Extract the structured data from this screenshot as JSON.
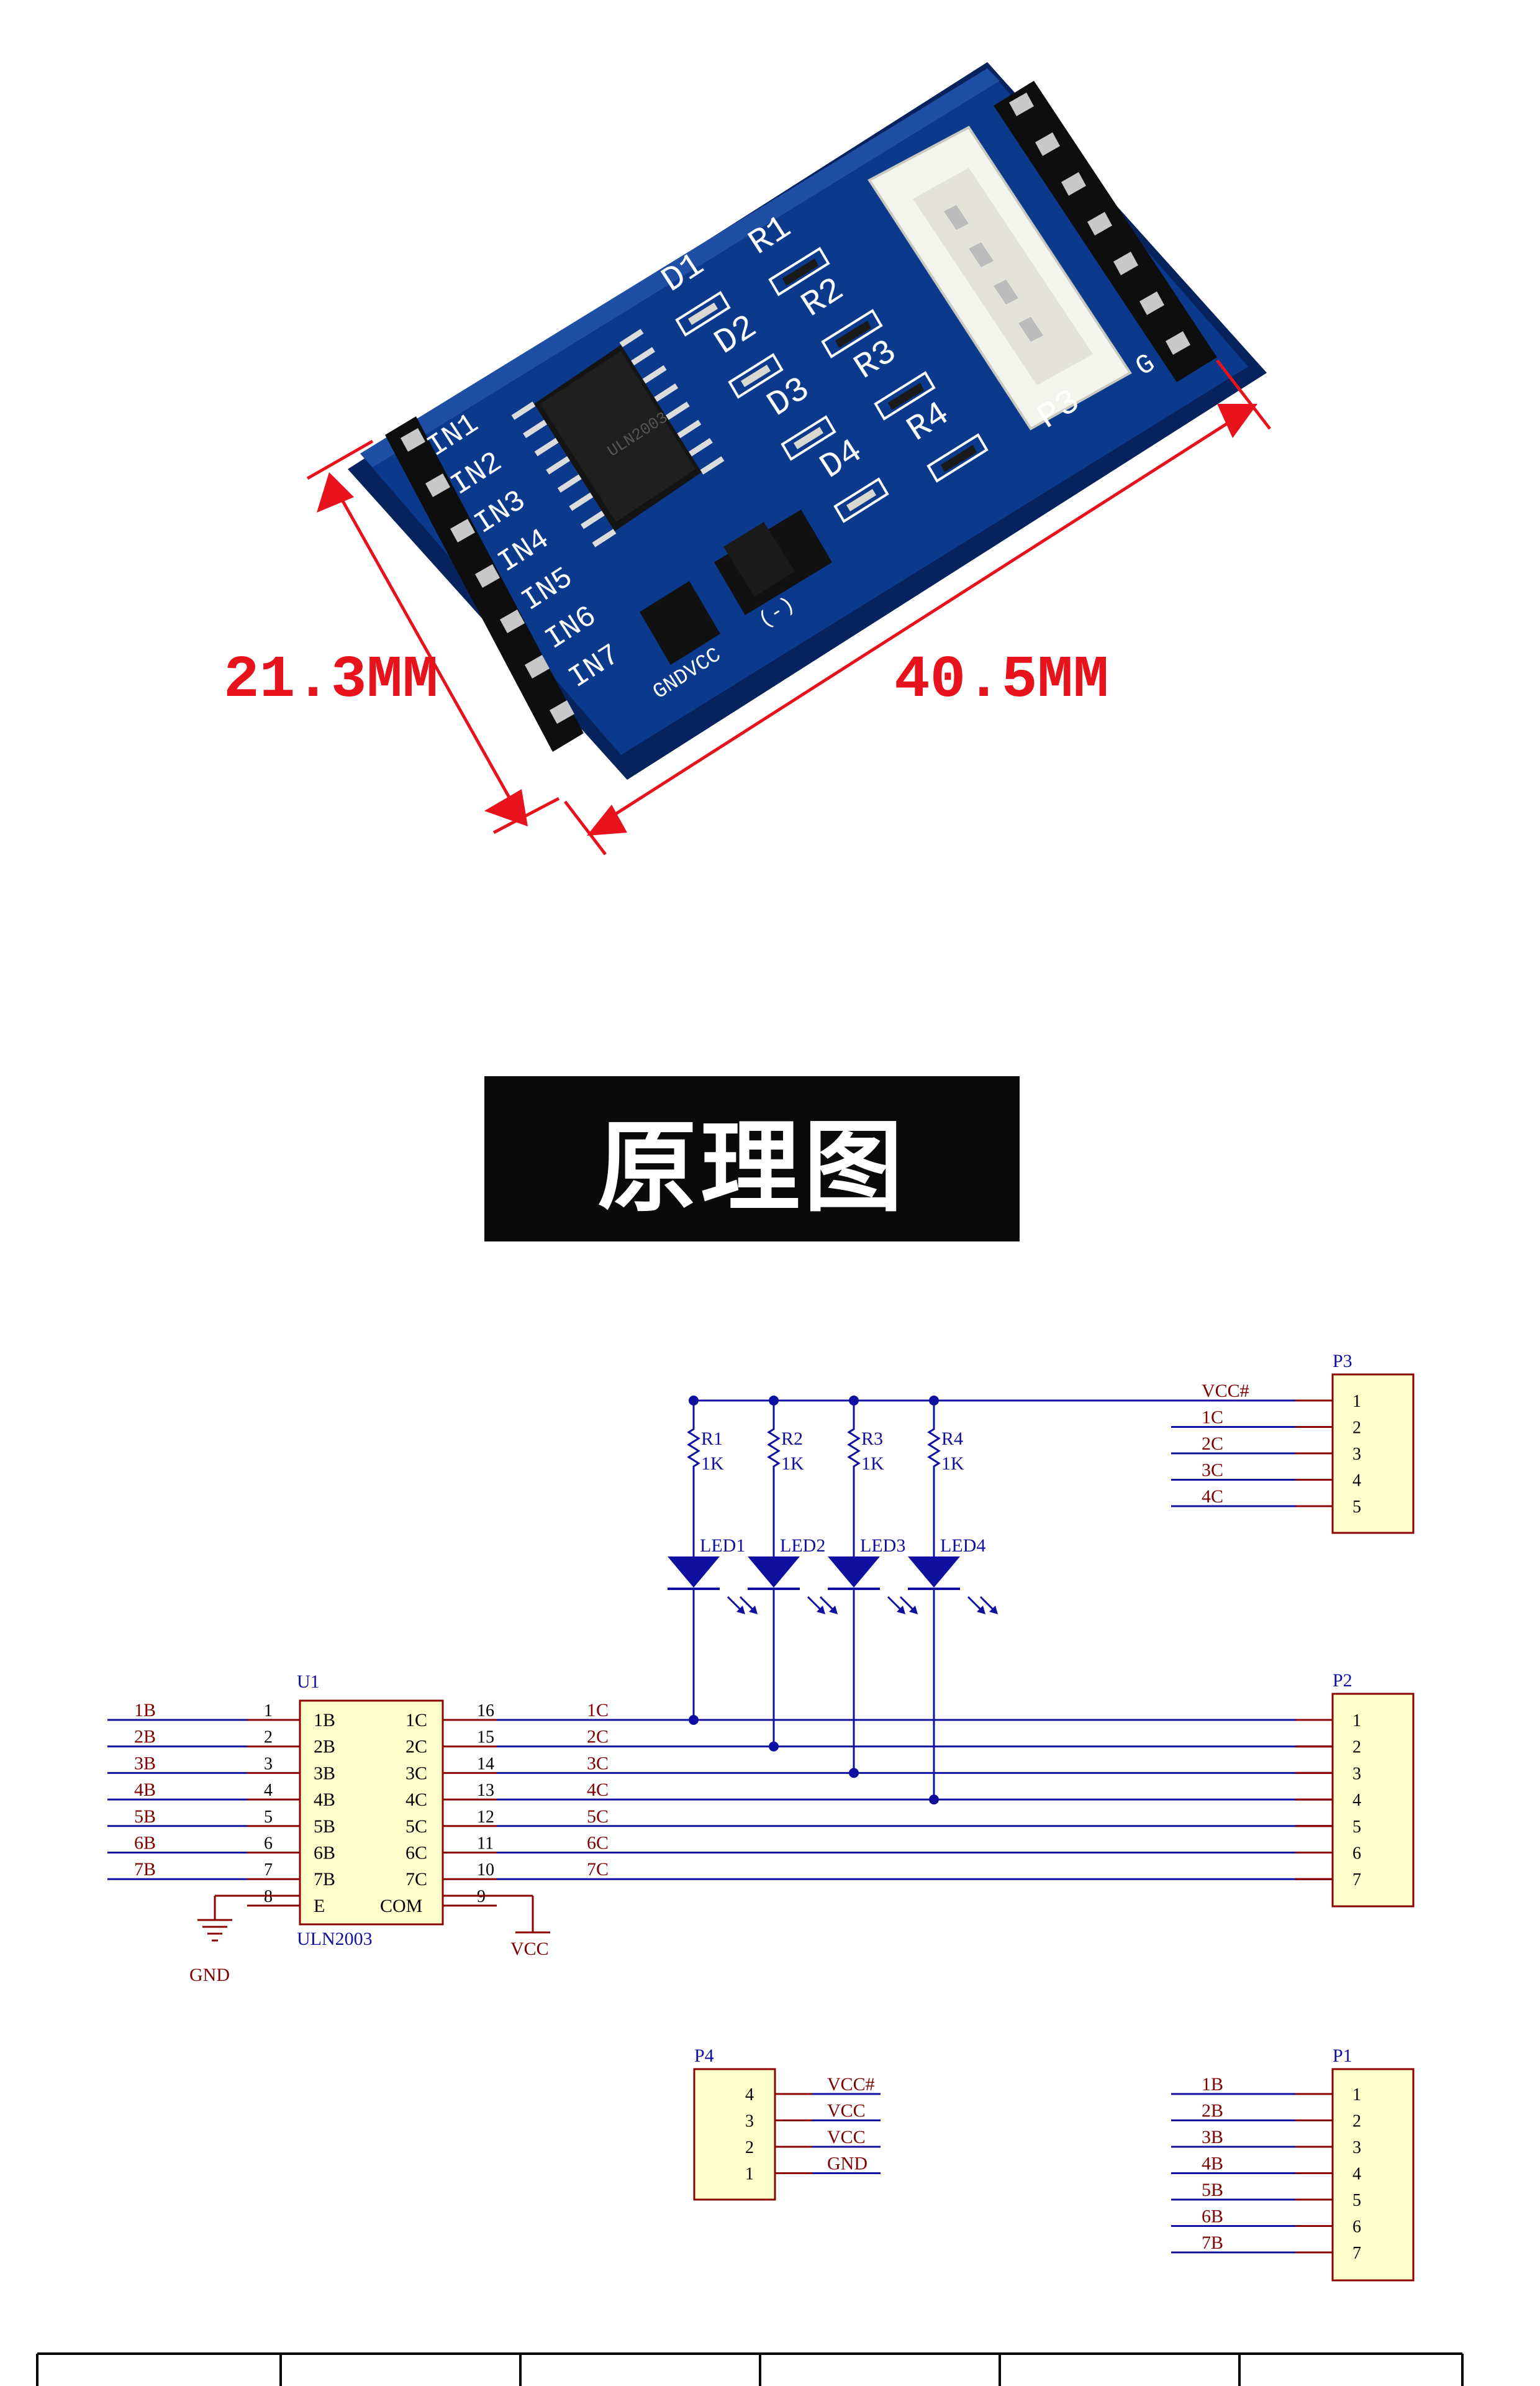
{
  "photo": {
    "silk_inputs": [
      "IN1",
      "IN2",
      "IN3",
      "IN4",
      "IN5",
      "IN6",
      "IN7"
    ],
    "silk_leds": [
      "D1",
      "D2",
      "D3",
      "D4"
    ],
    "silk_res": [
      "R1",
      "R2",
      "R3",
      "R4"
    ],
    "silk_connector": "P3",
    "silk_power": "GNDVCC",
    "silk_jumper": "(-)",
    "silk_g": "G",
    "dim_width": "21.3MM",
    "dim_length": "40.5MM",
    "chip_text": "ULN2003",
    "dim_color": "#e8121c",
    "board_color": "#0b3a8c"
  },
  "banner": {
    "title": "原理图"
  },
  "schematic": {
    "colors": {
      "wire": "#1010a0",
      "label": "#800000",
      "part": "#8b0000",
      "fill": "#ffffcc"
    },
    "u1": {
      "ref": "U1",
      "name": "ULN2003",
      "left_pins": [
        {
          "n": "1",
          "name": "1B"
        },
        {
          "n": "2",
          "name": "2B"
        },
        {
          "n": "3",
          "name": "3B"
        },
        {
          "n": "4",
          "name": "4B"
        },
        {
          "n": "5",
          "name": "5B"
        },
        {
          "n": "6",
          "name": "6B"
        },
        {
          "n": "7",
          "name": "7B"
        },
        {
          "n": "8",
          "name": "E"
        }
      ],
      "right_pins": [
        {
          "n": "16",
          "name": "1C"
        },
        {
          "n": "15",
          "name": "2C"
        },
        {
          "n": "14",
          "name": "3C"
        },
        {
          "n": "13",
          "name": "4C"
        },
        {
          "n": "12",
          "name": "5C"
        },
        {
          "n": "11",
          "name": "6C"
        },
        {
          "n": "10",
          "name": "7C"
        },
        {
          "n": "9",
          "name": "COM"
        }
      ],
      "in_nets": [
        "1B",
        "2B",
        "3B",
        "4B",
        "5B",
        "6B",
        "7B"
      ],
      "out_nets": [
        "1C",
        "2C",
        "3C",
        "4C",
        "5C",
        "6C",
        "7C"
      ],
      "gnd": "GND",
      "vcc": "VCC"
    },
    "resistors": [
      {
        "ref": "R1",
        "val": "1K"
      },
      {
        "ref": "R2",
        "val": "1K"
      },
      {
        "ref": "R3",
        "val": "1K"
      },
      {
        "ref": "R4",
        "val": "1K"
      }
    ],
    "leds": [
      "LED1",
      "LED2",
      "LED3",
      "LED4"
    ],
    "p3": {
      "ref": "P3",
      "pins": [
        "1",
        "2",
        "3",
        "4",
        "5"
      ],
      "nets": [
        "VCC#",
        "1C",
        "2C",
        "3C",
        "4C"
      ]
    },
    "p2": {
      "ref": "P2",
      "pins": [
        "1",
        "2",
        "3",
        "4",
        "5",
        "6",
        "7"
      ]
    },
    "p4": {
      "ref": "P4",
      "pins": [
        "4",
        "3",
        "2",
        "1"
      ],
      "nets": [
        "VCC#",
        "VCC",
        "VCC",
        "GND"
      ]
    },
    "p1": {
      "ref": "P1",
      "pins": [
        "1",
        "2",
        "3",
        "4",
        "5",
        "6",
        "7"
      ],
      "nets": [
        "1B",
        "2B",
        "3B",
        "4B",
        "5B",
        "6B",
        "7B"
      ]
    }
  }
}
